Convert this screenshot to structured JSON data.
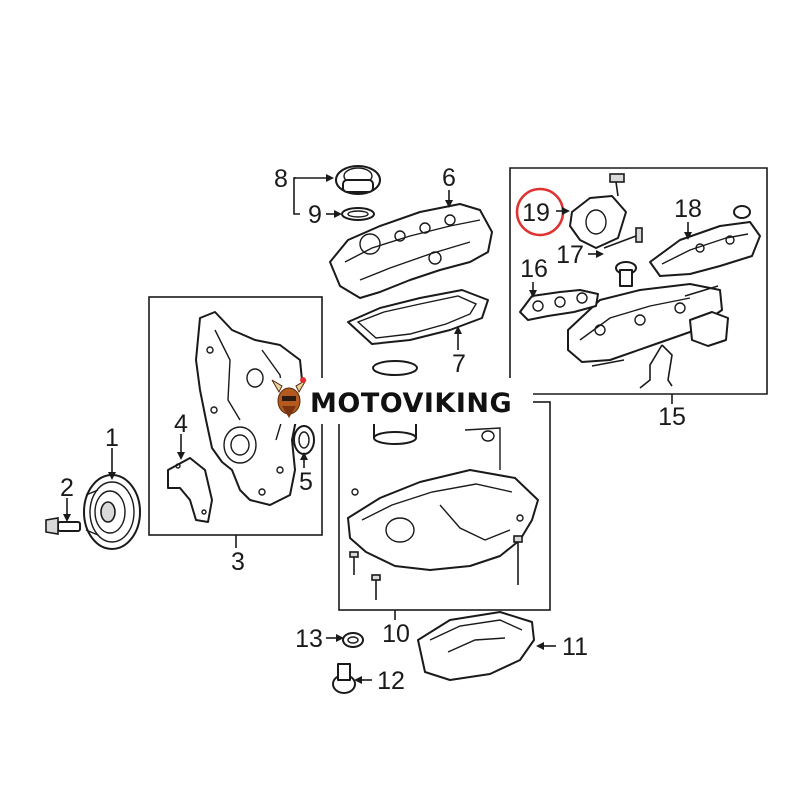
{
  "diagram": {
    "part_numbers": [
      "1",
      "2",
      "3",
      "4",
      "5",
      "6",
      "7",
      "8",
      "9",
      "10",
      "11",
      "12",
      "13",
      "15",
      "16",
      "17",
      "18",
      "19"
    ],
    "highlighted_part": "19",
    "highlight_color": "#e03030",
    "watermark": {
      "text": "MOTOVIKING",
      "logo": "viking-helmet-logo"
    }
  }
}
